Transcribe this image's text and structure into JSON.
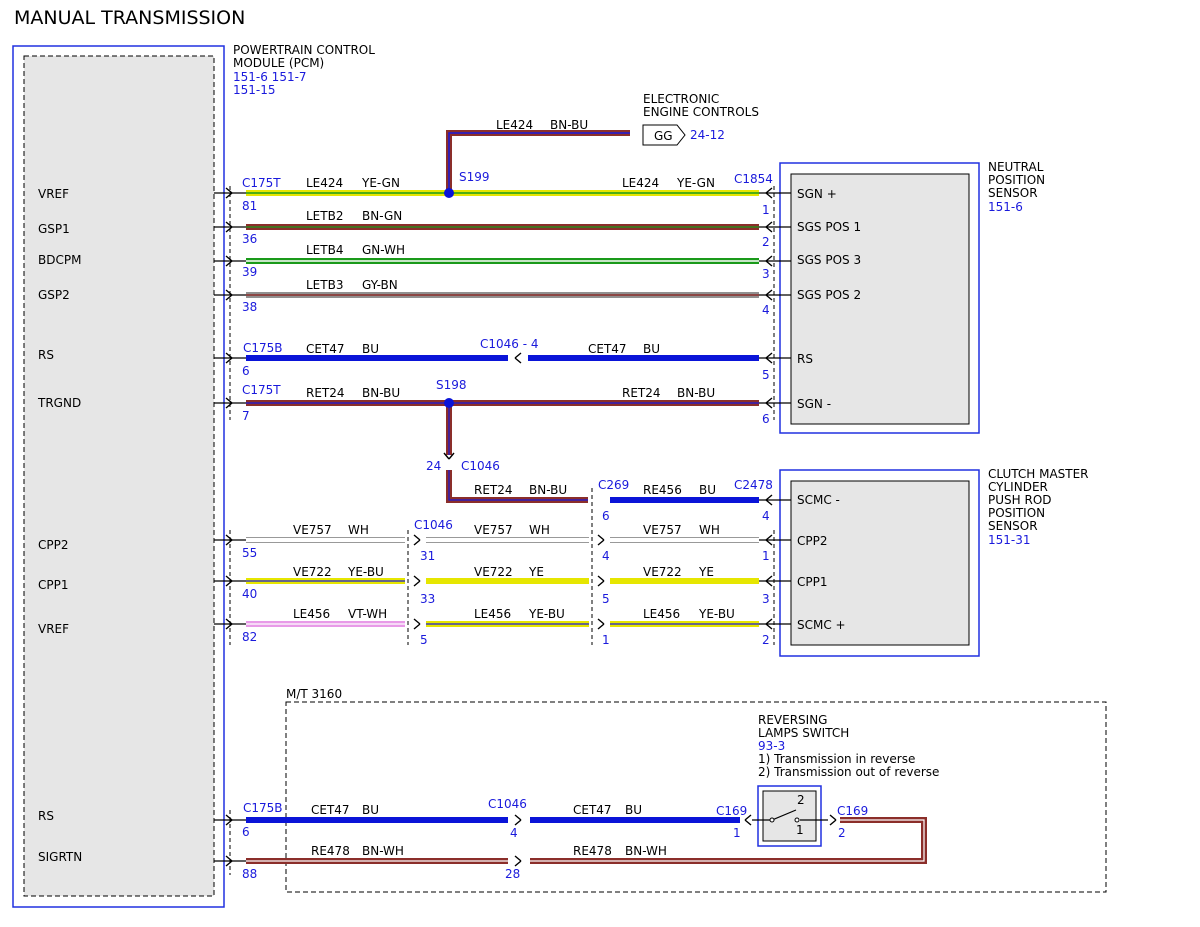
{
  "title": "MANUAL TRANSMISSION",
  "pcm": {
    "name_lines": [
      "POWERTRAIN CONTROL",
      "MODULE (PCM)"
    ],
    "refs": [
      "151-6  151-7",
      "151-15"
    ],
    "pins": {
      "vref1": "VREF",
      "gsp1": "GSP1",
      "bdcpm": "BDCPM",
      "gsp2": "GSP2",
      "rs1": "RS",
      "trgnd": "TRGND",
      "cpp2": "CPP2",
      "cpp1": "CPP1",
      "vref2": "VREF",
      "rs2": "RS",
      "sigrtn": "SIGRTN"
    }
  },
  "eec": {
    "name_lines": [
      "ELECTRONIC",
      "ENGINE CONTROLS"
    ],
    "tag": "GG",
    "ref": "24-12",
    "wire": "LE424",
    "color": "BN-BU"
  },
  "nps": {
    "name_lines": [
      "NEUTRAL",
      "POSITION",
      "SENSOR"
    ],
    "ref": "151-6",
    "pins": [
      "SGN +",
      "SGS POS 1",
      "SGS POS 3",
      "SGS POS 2",
      "RS",
      "SGN -"
    ]
  },
  "cmc": {
    "name_lines": [
      "CLUTCH MASTER",
      "CYLINDER",
      "PUSH ROD",
      "POSITION",
      "SENSOR"
    ],
    "ref": "151-31",
    "pins": [
      "SCMC -",
      "CPP2",
      "CPP1",
      "SCMC +"
    ]
  },
  "mt": {
    "label": "M/T 3160"
  },
  "rls": {
    "name_lines": [
      "REVERSING",
      "LAMPS SWITCH"
    ],
    "ref": "93-3",
    "notes": [
      "1) Transmission in reverse",
      "2) Transmission out of reverse"
    ],
    "sw_pos": [
      "2",
      "1"
    ]
  },
  "connectors": {
    "c175t": "C175T",
    "c175b": "C175B",
    "c1854": "C1854",
    "c1046": "C1046",
    "c1046_4": "C1046  - 4",
    "c269": "C269",
    "c2478": "C2478",
    "c169": "C169",
    "s199": "S199",
    "s198": "S198"
  },
  "pin_numbers": {
    "p81": "81",
    "p36": "36",
    "p39": "39",
    "p38": "38",
    "p6": "6",
    "p7": "7",
    "p55": "55",
    "p40": "40",
    "p82": "82",
    "p88": "88",
    "p28": "28",
    "n1": "1",
    "n2": "2",
    "n3": "3",
    "n4": "4",
    "n5": "5",
    "n6": "6",
    "p24": "24",
    "p31": "31",
    "p33": "33",
    "p5": "5",
    "p1": "1",
    "p4": "4"
  },
  "wires": {
    "le424": {
      "id": "LE424",
      "color": "YE-GN"
    },
    "letb2": {
      "id": "LETB2",
      "color": "BN-GN"
    },
    "letb4": {
      "id": "LETB4",
      "color": "GN-WH"
    },
    "letb3": {
      "id": "LETB3",
      "color": "GY-BN"
    },
    "cet47": {
      "id": "CET47",
      "color": "BU"
    },
    "ret24": {
      "id": "RET24",
      "color": "BN-BU"
    },
    "re456": {
      "id": "RE456",
      "color": "BU"
    },
    "ve757": {
      "id": "VE757",
      "color": "WH"
    },
    "ve722a": {
      "id": "VE722",
      "color": "YE-BU"
    },
    "ve722b": {
      "id": "VE722",
      "color": "YE"
    },
    "le456a": {
      "id": "LE456",
      "color": "VT-WH"
    },
    "le456b": {
      "id": "LE456",
      "color": "YE-BU"
    },
    "re478": {
      "id": "RE478",
      "color": "BN-WH"
    }
  },
  "colors": {
    "label_blue": "#1a1adc",
    "module_box": "#3040e0",
    "brown": "#8b2e2a",
    "blue": "#0a14d8",
    "yellow": "#e6e600",
    "green": "#1a9a1a"
  }
}
